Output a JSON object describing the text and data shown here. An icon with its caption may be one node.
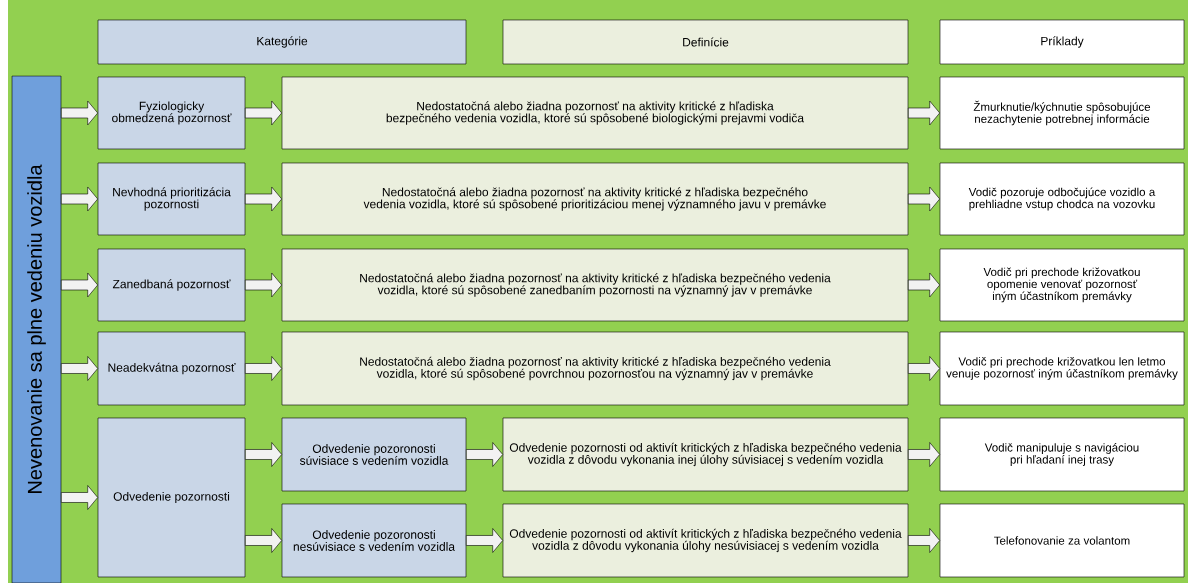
{
  "diagram": {
    "nodes": [
      {
        "text": [
          "Kategórie"
        ]
      },
      {
        "text": [
          "Definície"
        ]
      },
      {
        "text": [
          "Príklady"
        ]
      },
      {
        "text": [
          "Nevenovanie sa plne vedeniu vozidla"
        ]
      },
      {
        "text": [
          "Fyziologicky obmedzená pozornosť"
        ]
      },
      {
        "text": [
          "Nedostatočná alebo žiadna pozornosť na aktivity kritické z hľadiska bezpečného vedenia vozidla, ktoré sú spôsobené biologickými prejavmi vodiča"
        ]
      },
      {
        "text": [
          "Žmurknutie/kýchnutie spôsobujúce nezachytenie potrebnej informácie"
        ]
      },
      {
        "text": [
          "Nevhodná prioritizácia pozornosti"
        ]
      },
      {
        "text": [
          "Nedostatočná alebo žiadna pozornosť na aktivity kritické z hľadiska bezpečného vedenia vozidla, ktoré sú spôsobené prioritizáciou menej významného javu v premávke"
        ]
      },
      {
        "text": [
          "Vodič pozoruje odbočujúce vozidlo a prehliadne vstup chodca na vozovku"
        ]
      },
      {
        "text": [
          "Zanedbaná pozornosť"
        ]
      },
      {
        "text": [
          "Nedostatočná alebo žiadna pozornosť na aktivity kritické z hľadiska bezpečného vedenia vozidla, ktoré sú spôsobené zanedbaním pozornosti na významný jav v premávke"
        ]
      },
      {
        "text": [
          "Vodič pri prechode križovatkou opomenie venovať pozornosť iným účastníkom premávky"
        ]
      },
      {
        "text": [
          "Neadekvátna pozornosť"
        ]
      },
      {
        "text": [
          "Nedostatočná alebo žiadna pozornosť na aktivity kritické z hľadiska bezpečného vedenia vozidla, ktoré sú spôsobené povrchnou pozornosťou na významný jav v premávke"
        ]
      },
      {
        "text": [
          "Vodič pri prechode križovatkou len letmo venuje pozornosť iným účastníkom premávky"
        ]
      },
      {
        "text": [
          "Odvedenie pozornosti"
        ]
      },
      {
        "text": [
          "Odvedenie pozoronosti súvisiace s vedením vozidla"
        ]
      },
      {
        "text": [
          "Odvedenie pozornosti od aktivít kritických z hľadiska bezpečného vedenia vozidla z dôvodu vykonania inej úlohy súvisiacej s vedením vozidla"
        ]
      },
      {
        "text": [
          "Vodič manipuluje s navigáciou pri hľadaní inej trasy"
        ]
      },
      {
        "text": [
          "Odvedenie pozoronosti nesúvisiace s vedením vozidla"
        ]
      },
      {
        "text": [
          "Odvedenie pozornosti od aktivít kritických z hľadiska bezpečného vedenia vozidla z dôvodu vykonania úlohy nesúvisiacej s vedením vozidla"
        ]
      },
      {
        "text": [
          "Telefonovanie za volantom"
        ]
      }
    ],
    "edges": [
      {
        "from": 3,
        "to": 4,
        "arrow": "to"
      },
      {
        "from": 4,
        "to": 5,
        "arrow": "to"
      },
      {
        "from": 5,
        "to": 6,
        "arrow": "to"
      },
      {
        "from": 3,
        "to": 7,
        "arrow": "to"
      },
      {
        "from": 7,
        "to": 8,
        "arrow": "to"
      },
      {
        "from": 8,
        "to": 9,
        "arrow": "to"
      },
      {
        "from": 3,
        "to": 10,
        "arrow": "to"
      },
      {
        "from": 10,
        "to": 11,
        "arrow": "to"
      },
      {
        "from": 11,
        "to": 12,
        "arrow": "to"
      },
      {
        "from": 3,
        "to": 13,
        "arrow": "to"
      },
      {
        "from": 13,
        "to": 14,
        "arrow": "to"
      },
      {
        "from": 14,
        "to": 15,
        "arrow": "to"
      },
      {
        "from": 3,
        "to": 16,
        "arrow": "to"
      },
      {
        "from": 16,
        "to": 17,
        "arrow": "to"
      },
      {
        "from": 17,
        "to": 18,
        "arrow": "to"
      },
      {
        "from": 18,
        "to": 19,
        "arrow": "to"
      },
      {
        "from": 16,
        "to": 20,
        "arrow": "to"
      },
      {
        "from": 20,
        "to": 21,
        "arrow": "to"
      },
      {
        "from": 21,
        "to": 22,
        "arrow": "to"
      }
    ]
  }
}
